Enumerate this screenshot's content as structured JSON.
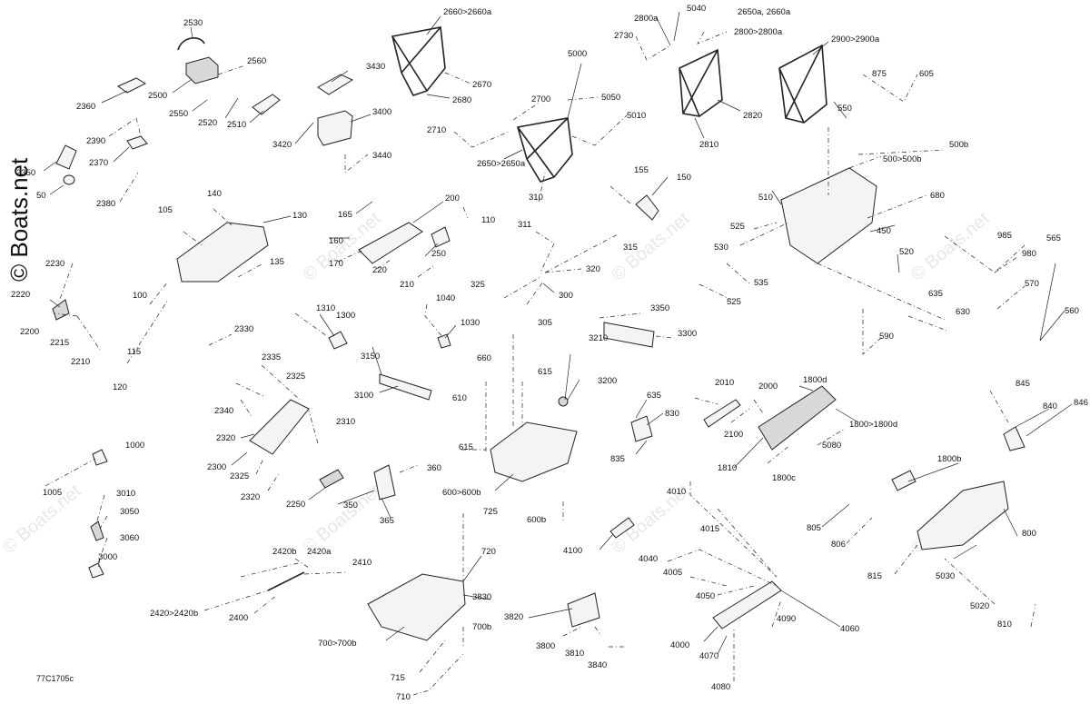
{
  "watermark": "© Boats.net",
  "drawing_code": "77C1705c",
  "labels": [
    {
      "id": "2530",
      "text": "2530"
    },
    {
      "id": "2560",
      "text": "2560"
    },
    {
      "id": "2360",
      "text": "2360"
    },
    {
      "id": "2500",
      "text": "2500"
    },
    {
      "id": "2550",
      "text": "2550"
    },
    {
      "id": "2520",
      "text": "2520"
    },
    {
      "id": "2510",
      "text": "2510"
    },
    {
      "id": "2390",
      "text": "2390"
    },
    {
      "id": "2370",
      "text": "2370"
    },
    {
      "id": "2350",
      "text": "2350"
    },
    {
      "id": "50",
      "text": "50"
    },
    {
      "id": "2380",
      "text": "2380"
    },
    {
      "id": "3430",
      "text": "3430"
    },
    {
      "id": "3400",
      "text": "3400"
    },
    {
      "id": "3420",
      "text": "3420"
    },
    {
      "id": "3440",
      "text": "3440"
    },
    {
      "id": "2660",
      "text": "2660>2660a"
    },
    {
      "id": "2670",
      "text": "2670"
    },
    {
      "id": "2680",
      "text": "2680"
    },
    {
      "id": "5000",
      "text": "5000"
    },
    {
      "id": "5050",
      "text": "5050"
    },
    {
      "id": "5010",
      "text": "5010"
    },
    {
      "id": "2700",
      "text": "2700"
    },
    {
      "id": "2710",
      "text": "2710"
    },
    {
      "id": "2650",
      "text": "2650>2650a"
    },
    {
      "id": "5040",
      "text": "5040"
    },
    {
      "id": "2800",
      "text": "2800a"
    },
    {
      "id": "2730",
      "text": "2730"
    },
    {
      "id": "2650a",
      "text": "2650a, 2660a"
    },
    {
      "id": "2800b",
      "text": "2800>2800a"
    },
    {
      "id": "2820",
      "text": "2820"
    },
    {
      "id": "2810",
      "text": "2810"
    },
    {
      "id": "2900",
      "text": "2900>2900a"
    },
    {
      "id": "875",
      "text": "875"
    },
    {
      "id": "605",
      "text": "605"
    },
    {
      "id": "550",
      "text": "550"
    },
    {
      "id": "500",
      "text": "500>500b"
    },
    {
      "id": "500b",
      "text": "500b"
    },
    {
      "id": "510",
      "text": "510"
    },
    {
      "id": "680",
      "text": "680"
    },
    {
      "id": "525a",
      "text": "525"
    },
    {
      "id": "450",
      "text": "450"
    },
    {
      "id": "530",
      "text": "530"
    },
    {
      "id": "520",
      "text": "520"
    },
    {
      "id": "985",
      "text": "985"
    },
    {
      "id": "980",
      "text": "980"
    },
    {
      "id": "565",
      "text": "565"
    },
    {
      "id": "535",
      "text": "535"
    },
    {
      "id": "570",
      "text": "570"
    },
    {
      "id": "635",
      "text": "635"
    },
    {
      "id": "525b",
      "text": "525"
    },
    {
      "id": "630",
      "text": "630"
    },
    {
      "id": "560",
      "text": "560"
    },
    {
      "id": "590",
      "text": "590"
    },
    {
      "id": "105",
      "text": "105"
    },
    {
      "id": "140",
      "text": "140"
    },
    {
      "id": "130",
      "text": "130"
    },
    {
      "id": "135",
      "text": "135"
    },
    {
      "id": "100",
      "text": "100"
    },
    {
      "id": "115",
      "text": "115"
    },
    {
      "id": "120",
      "text": "120"
    },
    {
      "id": "2230",
      "text": "2230"
    },
    {
      "id": "2220",
      "text": "2220"
    },
    {
      "id": "2200",
      "text": "2200"
    },
    {
      "id": "2215",
      "text": "2215"
    },
    {
      "id": "2210",
      "text": "2210"
    },
    {
      "id": "165",
      "text": "165"
    },
    {
      "id": "200",
      "text": "200"
    },
    {
      "id": "110",
      "text": "110"
    },
    {
      "id": "160",
      "text": "160"
    },
    {
      "id": "170",
      "text": "170"
    },
    {
      "id": "220",
      "text": "220"
    },
    {
      "id": "250",
      "text": "250"
    },
    {
      "id": "210",
      "text": "210"
    },
    {
      "id": "310",
      "text": "310"
    },
    {
      "id": "311",
      "text": "311"
    },
    {
      "id": "155",
      "text": "155"
    },
    {
      "id": "150",
      "text": "150"
    },
    {
      "id": "315",
      "text": "315"
    },
    {
      "id": "320",
      "text": "320"
    },
    {
      "id": "325",
      "text": "325"
    },
    {
      "id": "300",
      "text": "300"
    },
    {
      "id": "305",
      "text": "305"
    },
    {
      "id": "1310",
      "text": "1310"
    },
    {
      "id": "1300",
      "text": "1300"
    },
    {
      "id": "1040",
      "text": "1040"
    },
    {
      "id": "1030",
      "text": "1030"
    },
    {
      "id": "3350",
      "text": "3350"
    },
    {
      "id": "3300",
      "text": "3300"
    },
    {
      "id": "2330",
      "text": "2330"
    },
    {
      "id": "2335",
      "text": "2335"
    },
    {
      "id": "2325a",
      "text": "2325"
    },
    {
      "id": "3150",
      "text": "3150"
    },
    {
      "id": "3100",
      "text": "3100"
    },
    {
      "id": "660",
      "text": "660"
    },
    {
      "id": "3210",
      "text": "3210"
    },
    {
      "id": "615a",
      "text": "615"
    },
    {
      "id": "610",
      "text": "610"
    },
    {
      "id": "3200",
      "text": "3200"
    },
    {
      "id": "2340",
      "text": "2340"
    },
    {
      "id": "2310",
      "text": "2310"
    },
    {
      "id": "2320a",
      "text": "2320"
    },
    {
      "id": "2300",
      "text": "2300"
    },
    {
      "id": "2325b",
      "text": "2325"
    },
    {
      "id": "2320b",
      "text": "2320"
    },
    {
      "id": "2010",
      "text": "2010"
    },
    {
      "id": "2000",
      "text": "2000"
    },
    {
      "id": "1800d",
      "text": "1800d"
    },
    {
      "id": "635b",
      "text": "635"
    },
    {
      "id": "830",
      "text": "830"
    },
    {
      "id": "2100",
      "text": "2100"
    },
    {
      "id": "1800e",
      "text": "1800>1800d"
    },
    {
      "id": "845",
      "text": "845"
    },
    {
      "id": "840",
      "text": "840"
    },
    {
      "id": "846",
      "text": "846"
    },
    {
      "id": "5080",
      "text": "5080"
    },
    {
      "id": "1000",
      "text": "1000"
    },
    {
      "id": "615b",
      "text": "615"
    },
    {
      "id": "835",
      "text": "835"
    },
    {
      "id": "1810",
      "text": "1810"
    },
    {
      "id": "1800c",
      "text": "1800c"
    },
    {
      "id": "1005",
      "text": "1005"
    },
    {
      "id": "360",
      "text": "360"
    },
    {
      "id": "600",
      "text": "600>600b"
    },
    {
      "id": "3010",
      "text": "3010"
    },
    {
      "id": "2250",
      "text": "2250"
    },
    {
      "id": "350",
      "text": "350"
    },
    {
      "id": "1800b",
      "text": "1800b"
    },
    {
      "id": "3050",
      "text": "3050"
    },
    {
      "id": "365",
      "text": "365"
    },
    {
      "id": "725",
      "text": "725"
    },
    {
      "id": "600b",
      "text": "600b"
    },
    {
      "id": "4010",
      "text": "4010"
    },
    {
      "id": "4015",
      "text": "4015"
    },
    {
      "id": "3060",
      "text": "3060"
    },
    {
      "id": "4100",
      "text": "4100"
    },
    {
      "id": "805",
      "text": "805"
    },
    {
      "id": "806",
      "text": "806"
    },
    {
      "id": "800",
      "text": "800"
    },
    {
      "id": "3000",
      "text": "3000"
    },
    {
      "id": "2420b",
      "text": "2420b"
    },
    {
      "id": "2420a",
      "text": "2420a"
    },
    {
      "id": "720",
      "text": "720"
    },
    {
      "id": "4040",
      "text": "4040"
    },
    {
      "id": "2410",
      "text": "2410"
    },
    {
      "id": "4005",
      "text": "4005"
    },
    {
      "id": "815",
      "text": "815"
    },
    {
      "id": "5030",
      "text": "5030"
    },
    {
      "id": "4050",
      "text": "4050"
    },
    {
      "id": "3830",
      "text": "3830"
    },
    {
      "id": "2420",
      "text": "2420>2420b"
    },
    {
      "id": "3820",
      "text": "3820"
    },
    {
      "id": "5020",
      "text": "5020"
    },
    {
      "id": "2400",
      "text": "2400"
    },
    {
      "id": "4090",
      "text": "4090"
    },
    {
      "id": "810",
      "text": "810"
    },
    {
      "id": "4060",
      "text": "4060"
    },
    {
      "id": "700",
      "text": "700>700b"
    },
    {
      "id": "700b",
      "text": "700b"
    },
    {
      "id": "3800",
      "text": "3800"
    },
    {
      "id": "3810",
      "text": "3810"
    },
    {
      "id": "4000",
      "text": "4000"
    },
    {
      "id": "4070",
      "text": "4070"
    },
    {
      "id": "3840",
      "text": "3840"
    },
    {
      "id": "715",
      "text": "715"
    },
    {
      "id": "4080",
      "text": "4080"
    },
    {
      "id": "710",
      "text": "710"
    }
  ]
}
